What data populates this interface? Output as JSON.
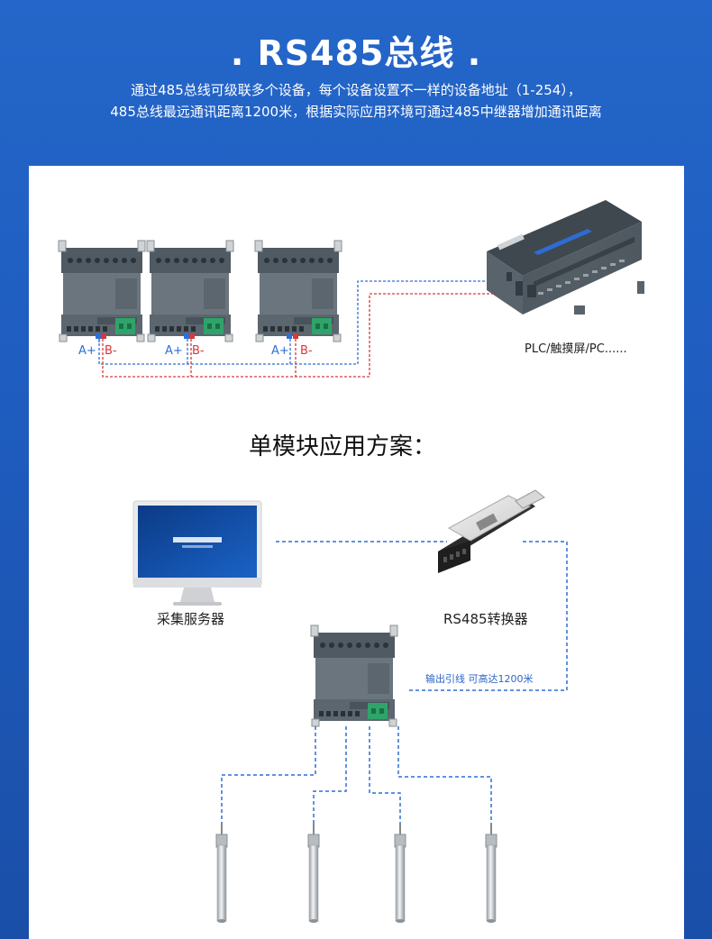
{
  "header": {
    "title": ". RS485总线 .",
    "subtitle_line1": "通过485总线可级联多个设备，每个设备设置不一样的设备地址（1-254），",
    "subtitle_line2": "485总线最远通讯距离1200米，根据实际应用环境可通过485中继器增加通讯距离"
  },
  "top_diagram": {
    "modules": [
      {
        "a_label": "A+",
        "b_label": "B-"
      },
      {
        "a_label": "A+",
        "b_label": "B-"
      },
      {
        "a_label": "A+",
        "b_label": "B-"
      }
    ],
    "plc_label": "PLC/触摸屏/PC......"
  },
  "section": {
    "title": "单模块应用方案："
  },
  "bottom_diagram": {
    "server_label": "采集服务器",
    "converter_label": "RS485转换器",
    "cable_note": "输出引线 可高达1200米",
    "sensor_count": 4
  },
  "colors": {
    "blue_line": "#2f6fd6",
    "red_line": "#d63a3a",
    "module_body": "#5b6670",
    "plc_body": "#4a545c",
    "accent_blue": "#2a66c8"
  }
}
